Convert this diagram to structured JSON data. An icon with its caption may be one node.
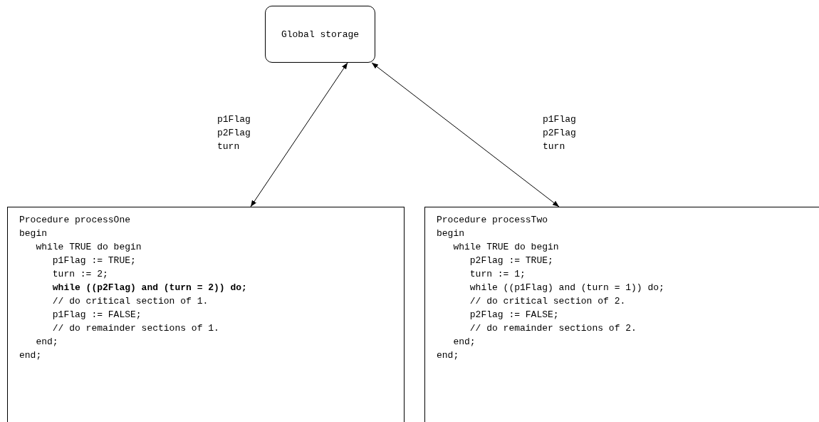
{
  "diagram": {
    "nodes": [
      {
        "text": [
          "Global storage"
        ]
      },
      {
        "text": [
          "Procedure processOne",
          "begin",
          "while TRUE do begin",
          "p1Flag := TRUE;",
          "turn := 2;",
          "**while ((p2Flag) and (turn = 2)) do;**",
          "// do critical section of 1.",
          "p1Flag := FALSE;",
          "// do remainder sections of 1.",
          "end;",
          "end;"
        ]
      },
      {
        "text": [
          "Procedure processTwo",
          "begin",
          "while TRUE do begin",
          "p2Flag := TRUE;",
          "turn := 1;",
          "while ((p1Flag) and (turn = 1)) do;",
          "// do critical section of 2.",
          "p2Flag := FALSE;",
          "// do remainder sections of 2.",
          "end;",
          "end;"
        ]
      }
    ],
    "edges": [
      {
        "from": 0,
        "to": 1,
        "arrow": "both",
        "label": "p1Flag p2Flag turn"
      },
      {
        "from": 0,
        "to": 2,
        "arrow": "both",
        "label": "p1Flag p2Flag turn"
      }
    ]
  }
}
